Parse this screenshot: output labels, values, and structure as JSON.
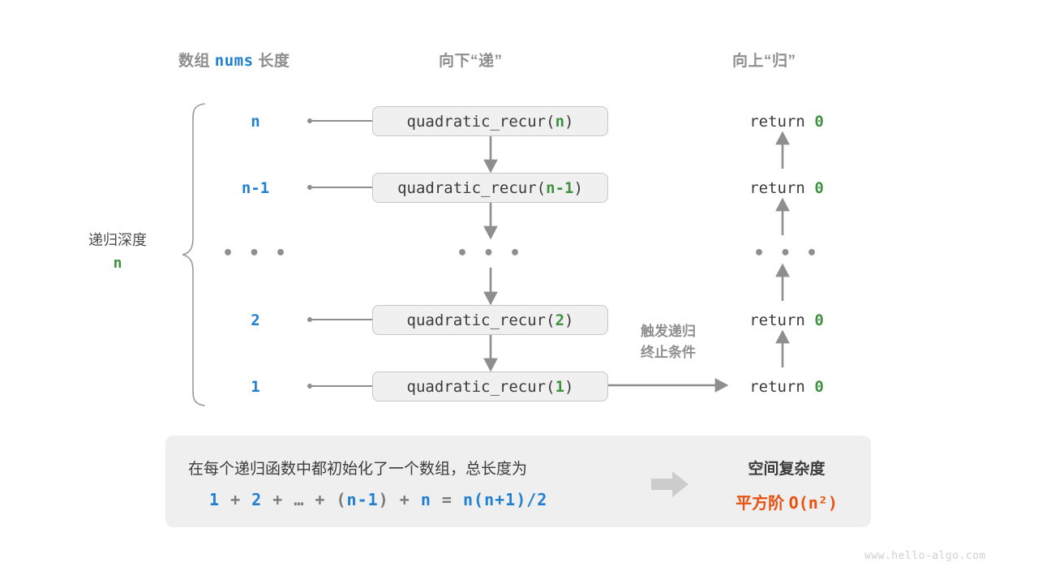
{
  "page": {
    "background": "#ffffff",
    "watermark": "www.hello-algo.com"
  },
  "colors": {
    "blue": "#1f7fd0",
    "green": "#3f9142",
    "orange": "#e8500f",
    "gray": "#8e8e8e",
    "box_fill": "#f0f0f0",
    "box_border": "#c6c6c6",
    "panel_fill": "#efefef",
    "text": "#3b3b3b"
  },
  "headers": {
    "left_prefix": "数组 ",
    "left_mono": "nums",
    "left_suffix": " 长度",
    "middle": "向下“递”",
    "right": "向上“归”"
  },
  "depth": {
    "label": "递归深度",
    "value": "n"
  },
  "rows": [
    {
      "n": "n",
      "call_prefix": "quadratic_recur(",
      "call_arg": "n",
      "call_suffix": ")",
      "ret_text": "return ",
      "ret_value": "0"
    },
    {
      "n": "n-1",
      "call_prefix": "quadratic_recur(",
      "call_arg": "n-1",
      "call_suffix": ")",
      "ret_text": "return ",
      "ret_value": "0"
    },
    {
      "n": "• • •",
      "call_prefix": "• • •",
      "call_arg": "",
      "call_suffix": "",
      "ret_text": "• • •",
      "ret_value": ""
    },
    {
      "n": "2",
      "call_prefix": "quadratic_recur(",
      "call_arg": "2",
      "call_suffix": ")",
      "ret_text": "return ",
      "ret_value": "0"
    },
    {
      "n": "1",
      "call_prefix": "quadratic_recur(",
      "call_arg": "1",
      "call_suffix": ")",
      "ret_text": "return ",
      "ret_value": "0"
    }
  ],
  "side_note": {
    "line1": "触发递归",
    "line2": "终止条件"
  },
  "summary": {
    "description": "在每个递归函数中都初始化了一个数组，总长度为",
    "formula_parts": [
      {
        "t": "1",
        "blue": true
      },
      {
        "t": " + ",
        "blue": false
      },
      {
        "t": "2",
        "blue": true
      },
      {
        "t": " + … + (",
        "blue": false
      },
      {
        "t": "n-1",
        "blue": true
      },
      {
        "t": ") + ",
        "blue": false
      },
      {
        "t": "n",
        "blue": true
      },
      {
        "t": " = ",
        "blue": false
      },
      {
        "t": "n(n+1)/2",
        "blue": true
      }
    ],
    "result_title": "空间复杂度",
    "result_prefix": "平方阶 ",
    "result_value": "O(n²)"
  }
}
